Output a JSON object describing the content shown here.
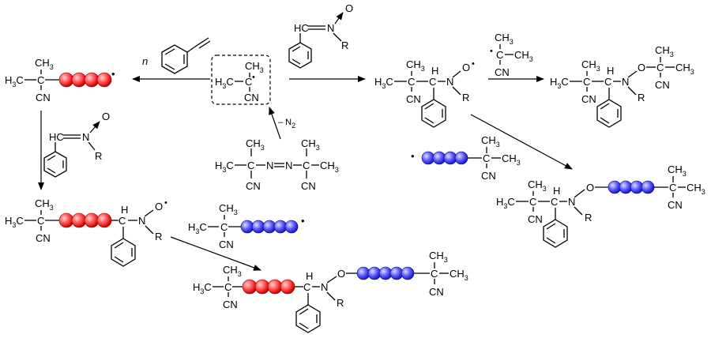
{
  "labels": {
    "h3c": "H",
    "three": "3",
    "c": "C",
    "ch": "CH",
    "cn": "CN",
    "h": "H",
    "n": "N",
    "o": "O",
    "r": "R",
    "dot": "•",
    "n_repeat": "n",
    "minus_n": "– N",
    "two": "2"
  },
  "colors": {
    "red_segment": "#ff4d4d",
    "blue_segment": "#5555ff",
    "ink": "#000000",
    "dash_box": "#000000"
  },
  "scheme": {
    "red_chain_beads": 4,
    "blue_chain_beads_short": 4,
    "blue_chain_beads_long": 6
  }
}
